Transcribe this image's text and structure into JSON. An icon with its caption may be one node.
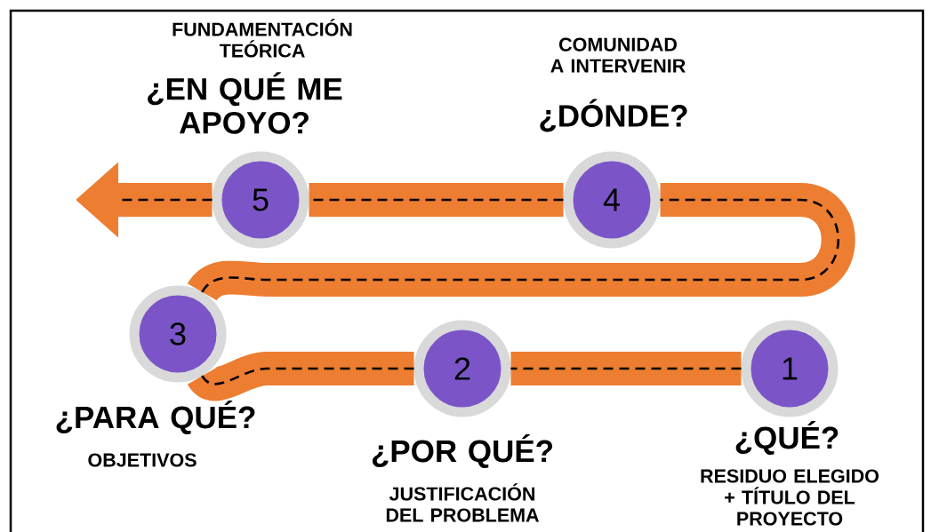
{
  "diagram": {
    "nodes": [
      {
        "text": [
          "1"
        ],
        "beside": [
          "¿QUÉ?",
          "RESIDUO ELEGIDO + TÍTULO DEL PROYECTO"
        ]
      },
      {
        "text": [
          "2"
        ],
        "beside": [
          "¿POR QUÉ?",
          "JUSTIFICACIÓN DEL PROBLEMA"
        ]
      },
      {
        "text": [
          "3"
        ],
        "beside": [
          "¿PARA QUÉ?",
          "OBJETIVOS"
        ]
      },
      {
        "text": [
          "4"
        ],
        "beside": [
          "COMUNIDAD A INTERVENIR",
          "¿DÓNDE?"
        ]
      },
      {
        "text": [
          "5"
        ],
        "beside": [
          "FUNDAMENTACIÓN TEÓRICA",
          "¿EN QUÉ ME APOYO?"
        ]
      }
    ],
    "edges": [
      {
        "from": 0,
        "to": 1,
        "arrow": "none"
      },
      {
        "from": 1,
        "to": 2,
        "arrow": "none"
      },
      {
        "from": 2,
        "to": 3,
        "arrow": "none"
      },
      {
        "from": 3,
        "to": 4,
        "arrow": "none"
      },
      {
        "from": 4,
        "to": null,
        "arrow": "to"
      }
    ]
  }
}
